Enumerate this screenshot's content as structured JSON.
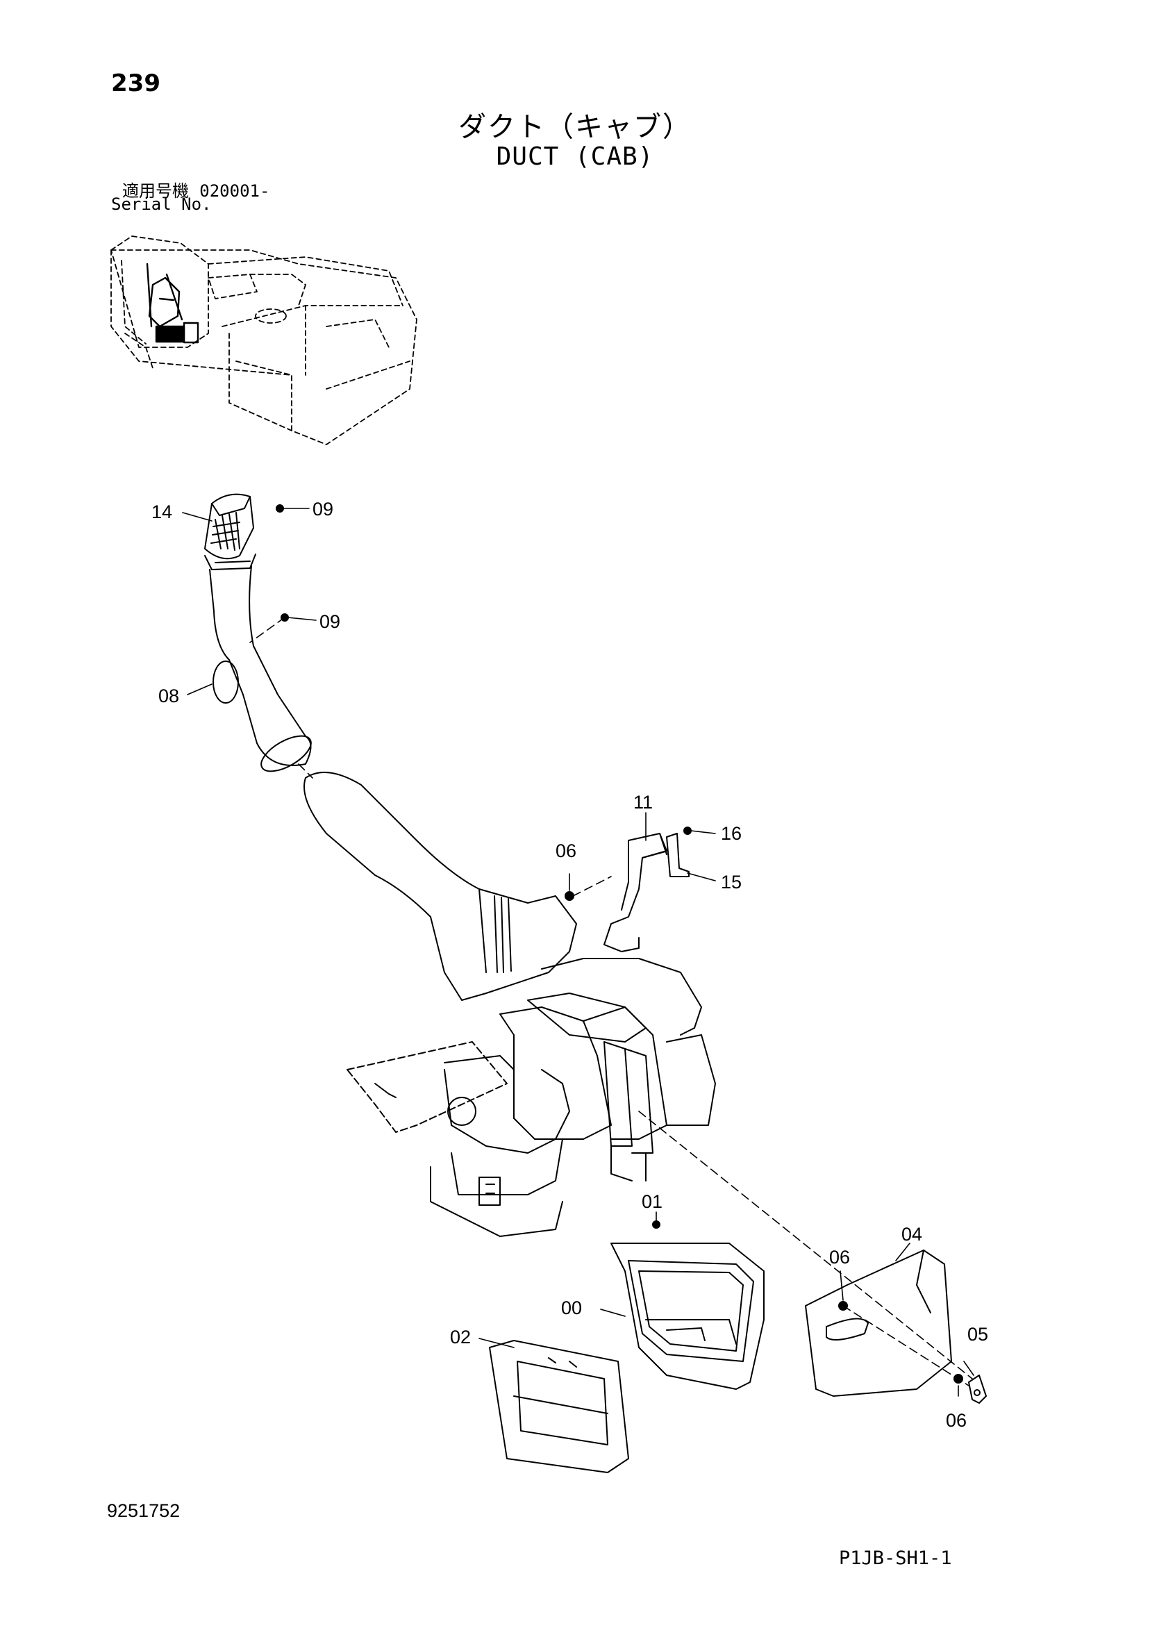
{
  "header": {
    "page_number": "239",
    "title_jp": "ダクト（キャブ）",
    "title_en": "DUCT (CAB)",
    "serial_label_jp": "適用号機",
    "serial_value": "020001-",
    "serial_label_en": "Serial No."
  },
  "callouts": {
    "c14": "14",
    "c09a": "09",
    "c09b": "09",
    "c08": "08",
    "c11": "11",
    "c16": "16",
    "c06a": "06",
    "c15": "15",
    "c01": "01",
    "c06b": "06",
    "c04": "04",
    "c00": "00",
    "c05": "05",
    "c02": "02",
    "c06c": "06"
  },
  "footer": {
    "doc_number": "9251752",
    "sheet_code": "P1JB-SH1-1"
  }
}
